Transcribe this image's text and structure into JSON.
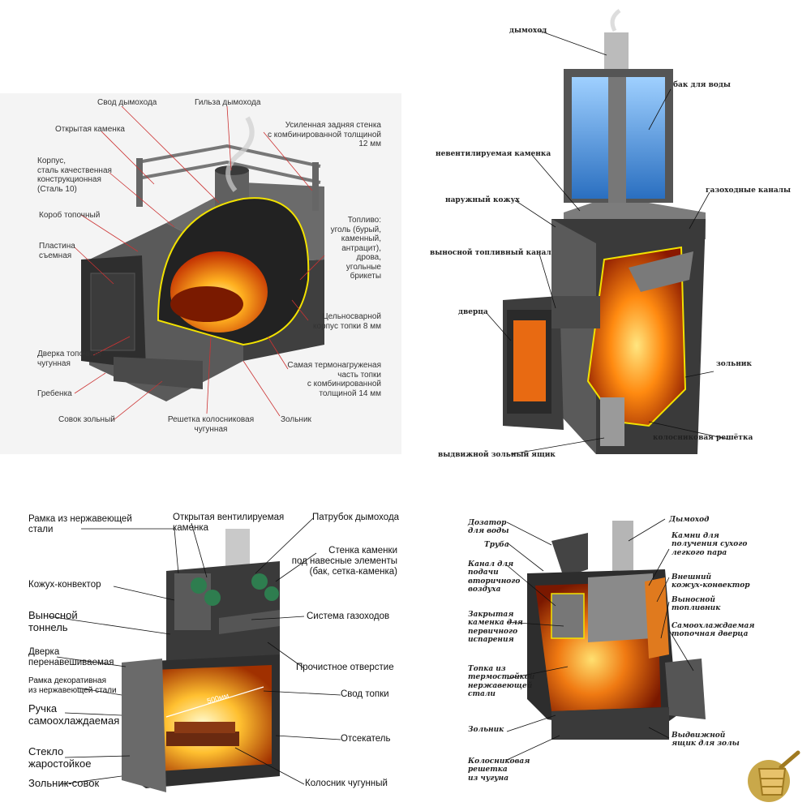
{
  "diagrams": {
    "chimney_cutaway": {
      "labels": {
        "svod": "Свод дымохода",
        "gilza": "Гильза дымохода",
        "otkrytaya": "Открытая каменка",
        "korpus": "Корпус,\nсталь качественная\nконструкционная\n(Сталь 10)",
        "korob": "Короб топочный",
        "plastina": "Пластина\nсъемная",
        "dverka": "Дверка топочная\nчугунная",
        "grebenka": "Гребенка",
        "sovok": "Совок зольный",
        "usilennaya": "Усиленная задняя стенка\nс комбинированной толщиной\n12 мм",
        "toplivo": "Топливо:\nуголь (бурый,\nкаменный,\nантрацит),\nдрова, угольные\nбрикеты",
        "celnosvarnoy": "Цельносварной\nкорпус топки 8 мм",
        "samaya": "Самая термонагруженая\nчасть топки\nс комбинированной\nтолщиной 14 мм",
        "reshetka": "Решетка колосниковая\nчугунная",
        "zolnik": "Зольник"
      }
    },
    "water_tank_stove": {
      "labels": {
        "dymohod": "дымоход",
        "bak": "бак для воды",
        "neventil": "невентилируемая каменка",
        "kozhuh": "наружный кожух",
        "gazohod": "газоходные каналы",
        "vynosnoy": "выносной топливный канал",
        "dverca": "дверца",
        "zolnik": "зольник",
        "kolosnik": "колосниковая решётка",
        "yashik": "выдвижной зольный ящик"
      }
    },
    "convector_stove": {
      "labels": {
        "ramka": "Рамка из нержавеющей\nстали",
        "otkrytaya": "Открытая вентилируемая\nкаменка",
        "patrubok": "Патрубок дымохода",
        "kozhuh": "Кожух-конвектор",
        "stenka": "Стенка каменки\nпод навесные элементы\n(бак, сетка-каменка)",
        "tonnel": "Выносной\nтоннель",
        "sistema": "Система газоходов",
        "dverka": "Дверка\nперенавешиваемая",
        "prochistnoe": "Прочистное отверстие",
        "ramka_dek": "Рамка декоративная\nиз нержавеющей стали",
        "svod": "Свод топки",
        "ruchka": "Ручка\nсамоохлаждаемая",
        "steklo": "Стекло\nжаростойкое",
        "otsekatel": "Отсекатель",
        "zolnik_sovok": "Зольник-совок",
        "kolosnik": "Колосник чугунный",
        "dim": "500мм"
      }
    },
    "steam_stove": {
      "labels": {
        "dozator": "Дозатор\nдля воды",
        "dymohod": "Дымоход",
        "truba": "Труба",
        "kamni": "Камни для\nполучения сухого\nлегкого пара",
        "kanal": "Канал для\nподачи\nвторичного\nвоздуха",
        "vneshniy": "Внешний\nкожух-конвектор",
        "vynosnoy": "Выносной\nтопливник",
        "zakrytaya": "Закрытая\nкаменка для\nпервичного\nиспарения",
        "samoohl": "Самоохлаждаемая\nтопочная дверца",
        "topka": "Топка из\nтермостойкой\nнержавеющей\nстали",
        "zolnik": "Зольник",
        "yashik": "Выдвижной\nящик для золы",
        "reshetka": "Колосниковая\nрешетка\nиз чугуна"
      }
    }
  },
  "colors": {
    "steel": "#4a4a4a",
    "fire": "#f07a12",
    "outline": "#f2e200",
    "water": "#3f8fd8",
    "stone": "#8a8a8a",
    "leader_red": "#d13030"
  },
  "icons": [
    "bath-bucket-logo-icon"
  ]
}
